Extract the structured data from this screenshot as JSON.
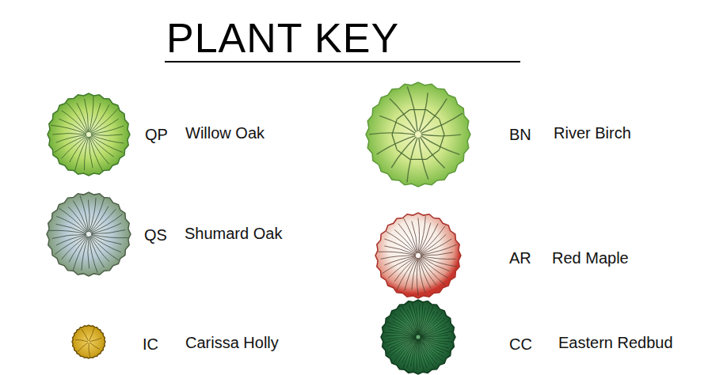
{
  "diagram": {
    "title": "PLANT KEY",
    "labels": [
      "QP",
      "Willow Oak",
      "BN",
      "River Birch",
      "QS",
      "Shumard Oak",
      "AR",
      "Red Maple",
      "IC",
      "Carissa Holly",
      "CC",
      "Eastern Redbud"
    ]
  }
}
